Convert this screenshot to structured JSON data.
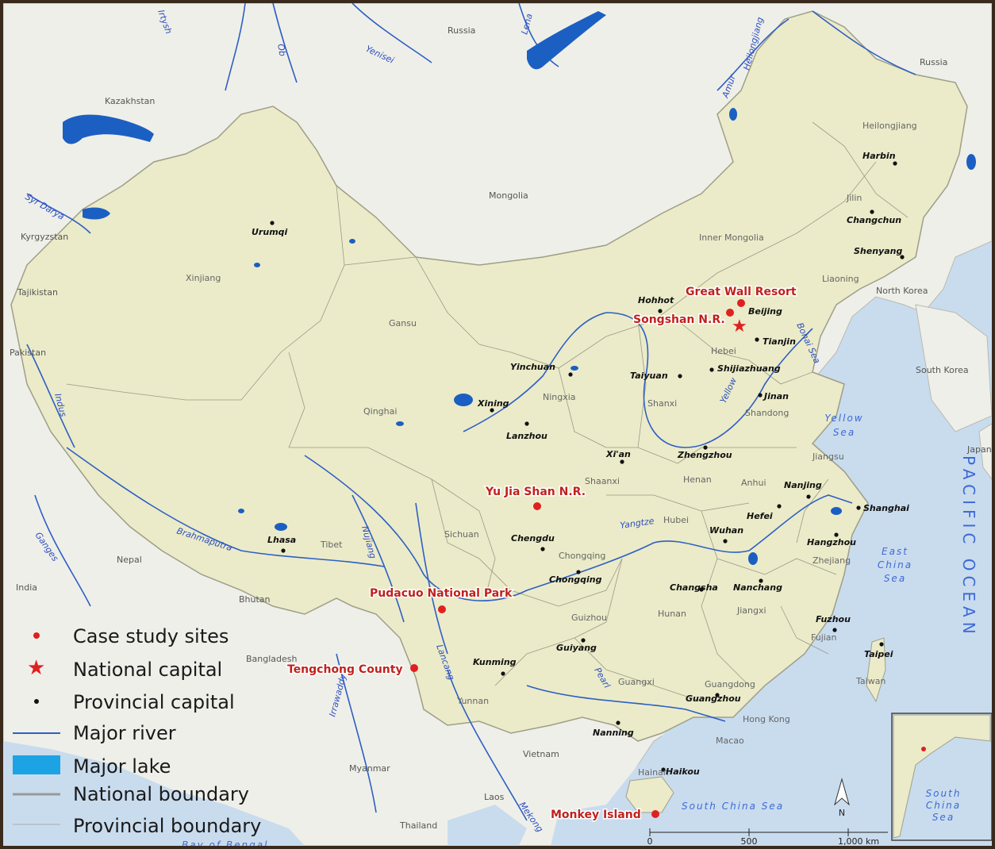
{
  "countries": [
    "Russia",
    "Russia",
    "Kazakhstan",
    "Mongolia",
    "Kyrgyzstan",
    "Tajikistan",
    "Pakistan",
    "North Korea",
    "South Korea",
    "Japan",
    "Nepal",
    "India",
    "Bhutan",
    "Bangladesh",
    "Myanmar",
    "Vietnam",
    "Laos",
    "Thailand"
  ],
  "provinces": [
    "Heilongjiang",
    "Jilin",
    "Liaoning",
    "Inner Mongolia",
    "Xinjiang",
    "Gansu",
    "Qinghai",
    "Ningxia",
    "Hebei",
    "Shanxi",
    "Shandong",
    "Shaanxi",
    "Henan",
    "Jiangsu",
    "Anhui",
    "Hubei",
    "Sichuan",
    "Tibet",
    "Chongqing",
    "Zhejiang",
    "Hunan",
    "Jiangxi",
    "Fujian",
    "Guizhou",
    "Yunnan",
    "Guangxi",
    "Guangdong",
    "Hong Kong",
    "Macao",
    "Hainan",
    "Taiwan"
  ],
  "cities": [
    "Harbin",
    "Changchun",
    "Shenyang",
    "Urumqi",
    "Hohhot",
    "Beijing",
    "Tianjin",
    "Yinchuan",
    "Taiyuan",
    "Shijiazhuang",
    "Xining",
    "Jinan",
    "Lanzhou",
    "Xi'an",
    "Zhengzhou",
    "Nanjing",
    "Shanghai",
    "Hefei",
    "Wuhan",
    "Chengdu",
    "Hangzhou",
    "Lhasa",
    "Chongqing",
    "Changsha",
    "Nanchang",
    "Fuzhou",
    "Taipei",
    "Guiyang",
    "Kunming",
    "Guangzhou",
    "Nanning",
    "Haikou"
  ],
  "sites": [
    "Great Wall Resort",
    "Songshan N.R.",
    "Yu Jia Shan N.R.",
    "Pudacuo National Park",
    "Tengchong County",
    "Monkey Island"
  ],
  "rivers": [
    "Irtysh",
    "Ob",
    "Yenisei",
    "Lena",
    "Amur",
    "Heilongjiang",
    "Syr Darya",
    "Indus",
    "Ganges",
    "Brahmaputra",
    "Nujiang",
    "Yellow",
    "Yangtze",
    "Lancang",
    "Irrawaddy",
    "Mekong",
    "Pearl",
    "Bohai Sea"
  ],
  "seas": {
    "yellow_sea": [
      "Yellow",
      "Sea"
    ],
    "east_china_sea": [
      "East",
      "China",
      "Sea"
    ],
    "south_china_sea": "South China Sea",
    "pacific_ocean": "PACIFIC OCEAN",
    "bay_of_bengal": "Bay of Bengal",
    "inset_south_china_sea": [
      "South",
      "China",
      "Sea"
    ]
  },
  "legend": {
    "case_study_sites": "Case study sites",
    "national_capital": "National capital",
    "provincial_capital": "Provincial capital",
    "major_river": "Major river",
    "major_lake": "Major lake",
    "national_boundary": "National boundary",
    "provincial_boundary": "Provincial boundary"
  },
  "scale": {
    "ticks": [
      "0",
      "500",
      "1,000 km"
    ]
  },
  "north_arrow": "N",
  "colors": {
    "china_land": "#ebebc9",
    "neighbor_land": "#efefe9",
    "water": "#c9dcee",
    "river": "#2e5fc4",
    "lake": "#1c5fc2",
    "site": "#e02020",
    "legend_lake": "#1ca3e3"
  }
}
